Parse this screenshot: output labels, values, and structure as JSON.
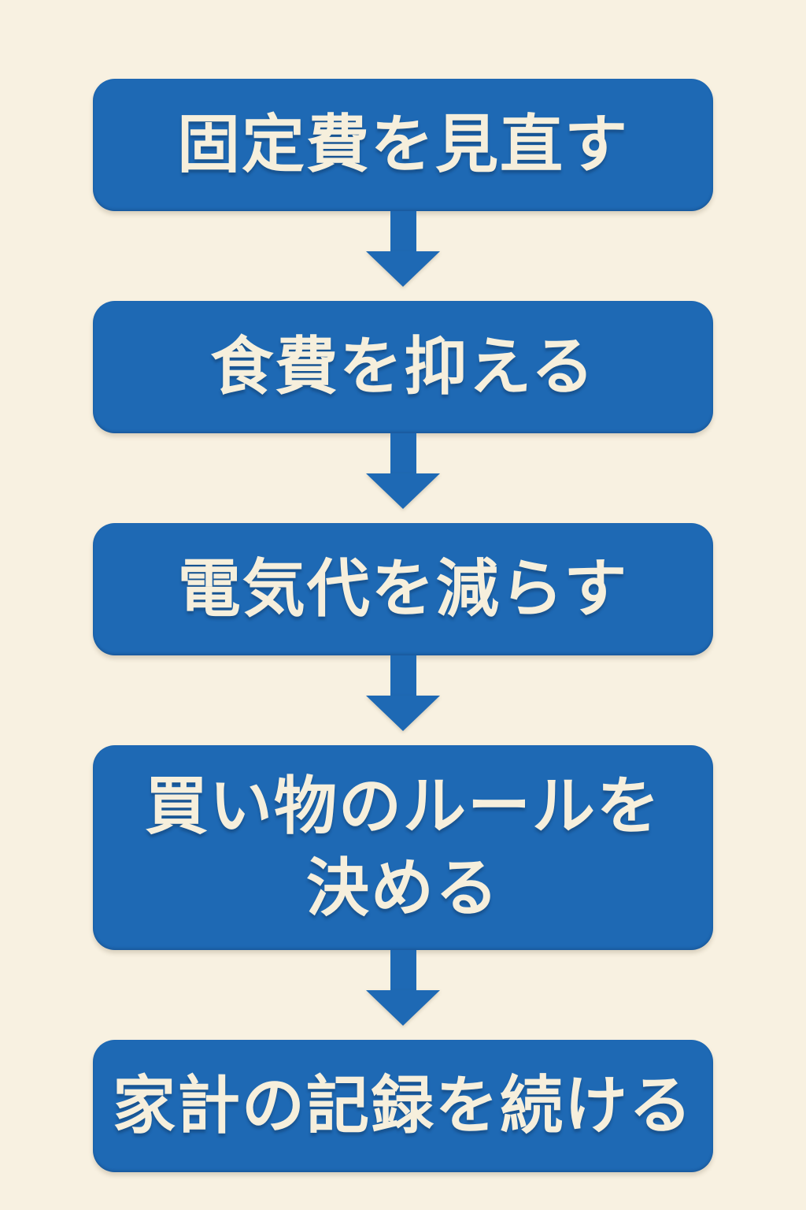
{
  "flowchart": {
    "steps": [
      {
        "label": "固定費を見直す"
      },
      {
        "label": "食費を抑える"
      },
      {
        "label": "電気代を減らす"
      },
      {
        "label": "買い物のルールを\n決める"
      },
      {
        "label": "家計の記録を続ける"
      }
    ]
  },
  "colors": {
    "box_blue": "#1E69B4",
    "background_cream": "#F8F1E1",
    "text_cream": "#F6EFDC"
  }
}
